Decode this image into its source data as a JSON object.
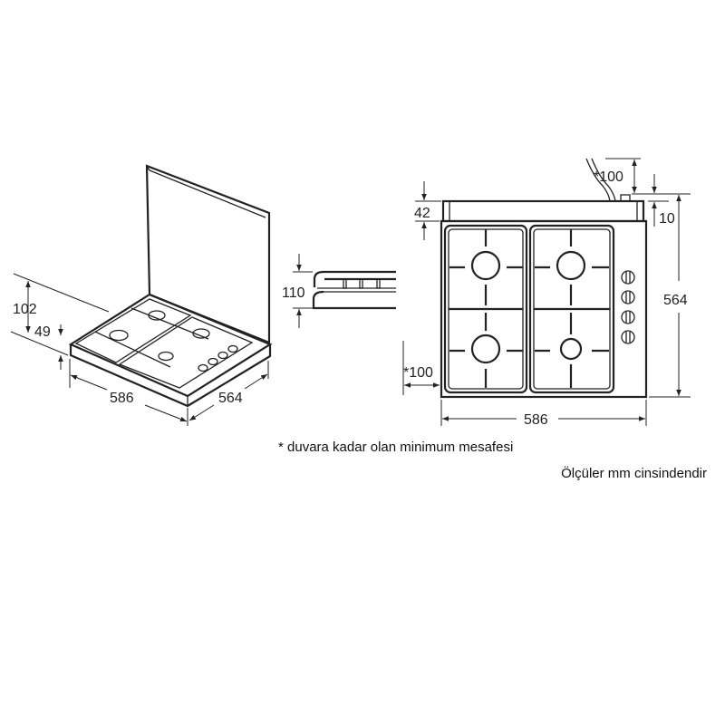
{
  "perspective_view": {
    "height_with_splash": "102",
    "hob_height": "49",
    "width": "586",
    "depth": "564"
  },
  "side_profile": {
    "grate_height": "110"
  },
  "top_view": {
    "backsplash_depth": "42",
    "wall_clearance_back": "*100",
    "back_offset": "10",
    "depth": "564",
    "wall_clearance_side": "*100",
    "width": "586"
  },
  "notes": {
    "footnote": "* duvara kadar olan minimum mesafesi",
    "units": "Ölçüler mm cinsindendir"
  }
}
